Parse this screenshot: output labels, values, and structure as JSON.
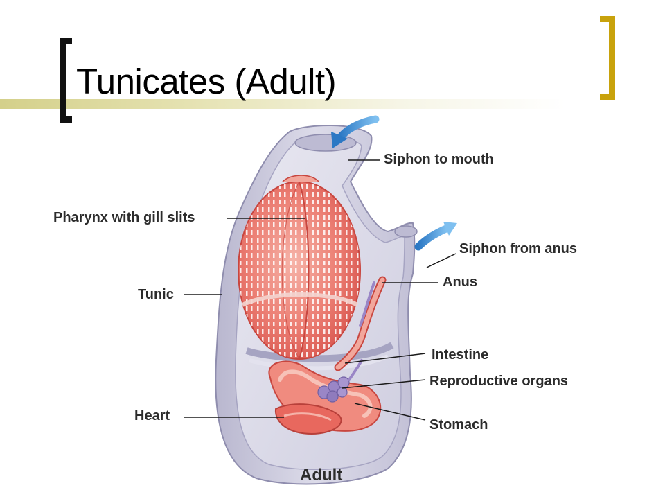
{
  "slide": {
    "title": "Tunicates (Adult)"
  },
  "diagram": {
    "labels": {
      "siphon_to_mouth": "Siphon to mouth",
      "pharynx": "Pharynx with gill slits",
      "siphon_from_anus": "Siphon from anus",
      "anus": "Anus",
      "tunic": "Tunic",
      "intestine": "Intestine",
      "reproductive_organs": "Reproductive organs",
      "heart": "Heart",
      "stomach": "Stomach"
    },
    "caption": "Adult"
  },
  "colors": {
    "title_bar": "#d4d08a",
    "left_bracket": "#111111",
    "right_bracket": "#c8a20c",
    "flow_arrow": "#3a8fd6",
    "pharynx": "#e8706a",
    "tunic": "#c9c8dc"
  }
}
